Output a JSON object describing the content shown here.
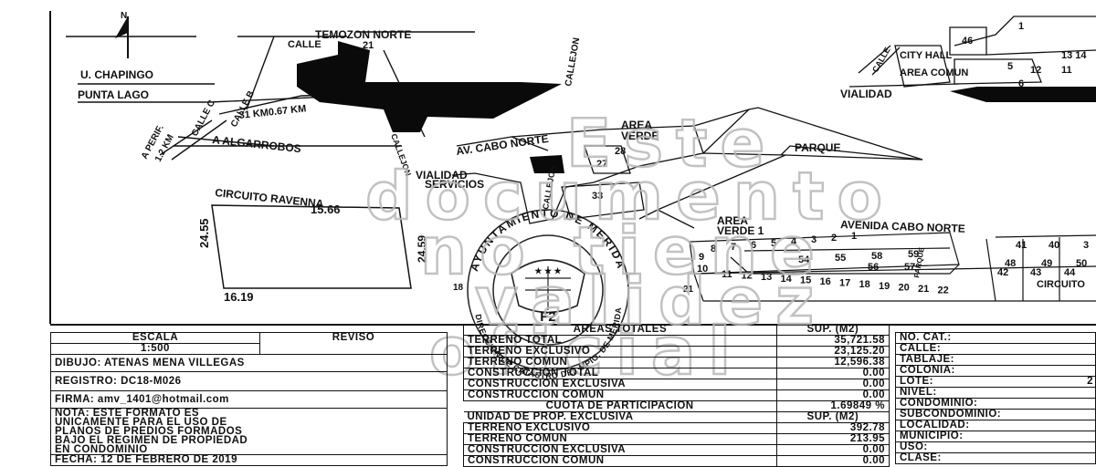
{
  "map": {
    "north": "N",
    "streets": {
      "temozon_norte": "TEMOZON NORTE",
      "calle": "CALLE",
      "calle_no": "21",
      "chapingo": "U. CHAPINGO",
      "punta_lago": "PUNTA LAGO",
      "km": "31 KM0.67 KM",
      "a_algarrobos": "A ALGARROBOS",
      "calle_c": "CALLE C",
      "calle_b": "CALLE B",
      "a_perif": "A PERIF.",
      "km_perif": "1.2 KM",
      "callejon_1": "CALLEJON",
      "callejon_2": "CALLEJON",
      "callejon_3": "CALLEJON",
      "area_verde_top_a": "AREA",
      "area_verde_top_b": "VERDE",
      "av_cabo_norte": "AV. CABO NORTE",
      "parque": "PARQUE",
      "vialidad": "VIALIDAD",
      "servicios": "SERVICIOS",
      "circuito_ravenna": "CIRCUITO RAVENNA",
      "area_verde_1a": "AREA",
      "area_verde_1b": "VERDE 1",
      "avenida_cabo_norte": "AVENIDA CABO NORTE",
      "parque_small": "PARQUE",
      "circuito_small": "CIRCUITO",
      "city_hall": "CITY HALL",
      "area_comun": "AREA COMUN",
      "vialidad_right": "VIALIDAD",
      "calle_right": "CALLE"
    },
    "lot_numbers": {
      "l28": "28",
      "l27": "27",
      "l33": "33",
      "l46": "46",
      "l1top": "1",
      "l1314": "13 14",
      "l5": "5",
      "l12": "12",
      "l11": "11",
      "l6": "6",
      "row_top": [
        "8",
        "7",
        "6",
        "5",
        "4",
        "3",
        "2",
        "1"
      ],
      "row_inner": [
        "54",
        "55",
        "58",
        "59"
      ],
      "row_inner2": [
        "56",
        "57"
      ],
      "left_col": [
        "9",
        "10"
      ],
      "row_bottom": [
        "11",
        "12",
        "13",
        "14",
        "15",
        "16",
        "17",
        "18",
        "19",
        "20",
        "21",
        "22"
      ],
      "right_block": [
        "41",
        "40",
        "3",
        "48",
        "49",
        "50",
        "42",
        "43",
        "44"
      ],
      "lone": "21",
      "lone2": "18"
    },
    "dimensions": {
      "d15": "15.66",
      "d24": "24.55",
      "d24b": "24.59",
      "d16": "16.19"
    },
    "seal": {
      "ring_text": "AYUNTAMIENTO DE MERIDA",
      "ring_text_bottom": "DIRECCION DE CATASTRO DEL MPIO. DE MERIDA",
      "code": "F2",
      "stars": "★ ★ ★"
    },
    "watermark": [
      "Este",
      "documento",
      "no tiene",
      "validez",
      "oficial"
    ]
  },
  "info": {
    "escala_label": "ESCALA",
    "escala_value": "1:500",
    "reviso_label": "REVISO",
    "dibujo": "DIBUJO: ATENAS MENA VILLEGAS",
    "registro": "REGISTRO: DC18-M026",
    "firma": "FIRMA:  amv_1401@hotmail.com",
    "nota": [
      "NOTA: ESTE FORMATO ES",
      "UNICAMENTE PARA EL USO DE",
      "PLANOS DE PREDIOS FORMADOS",
      "BAJO EL REGIMEN DE PROPIEDAD",
      "EN CONDOMINIO"
    ],
    "fecha": "FECHA: 12 DE FEBRERO DE 2019"
  },
  "areas": {
    "header_label": "AREAS TOTALES",
    "header_sup": "SUP. (M2)",
    "rows": [
      {
        "label": "TERRENO TOTAL",
        "value": "35,721.58"
      },
      {
        "label": "TERRENO EXCLUSIVO",
        "value": "23,125.20"
      },
      {
        "label": "TERRENO COMUN",
        "value": "12,596.38"
      },
      {
        "label": "CONSTRUCCION TOTAL",
        "value": "0.00"
      },
      {
        "label": "CONSTRUCCION EXCLUSIVA",
        "value": "0.00"
      },
      {
        "label": "CONSTRUCCION COMUN",
        "value": "0.00"
      }
    ],
    "cuota_label": "CUOTA DE PARTICIPACION",
    "cuota_value": "1.69849 %",
    "unidad_label": "UNIDAD DE PROP. EXCLUSIVA",
    "unidad_sup": "SUP. (M2)",
    "unit_rows": [
      {
        "label": "TERRENO EXCLUSIVO",
        "value": "392.78"
      },
      {
        "label": "TERRENO COMUN",
        "value": "213.95"
      },
      {
        "label": "CONSTRUCCION EXCLUSIVA",
        "value": "0.00"
      },
      {
        "label": "CONSTRUCCION COMUN",
        "value": "0.00"
      }
    ]
  },
  "catastro": {
    "fields": [
      "NO. CAT.:",
      "CALLE:",
      "TABLAJE:",
      "COLONIA:",
      "LOTE:",
      "NIVEL:",
      "CONDOMINIO:",
      "SUBCONDOMINIO:",
      "LOCALIDAD:",
      "MUNICIPIO:",
      "USO:",
      "CLASE:"
    ],
    "lote_value": "2"
  }
}
